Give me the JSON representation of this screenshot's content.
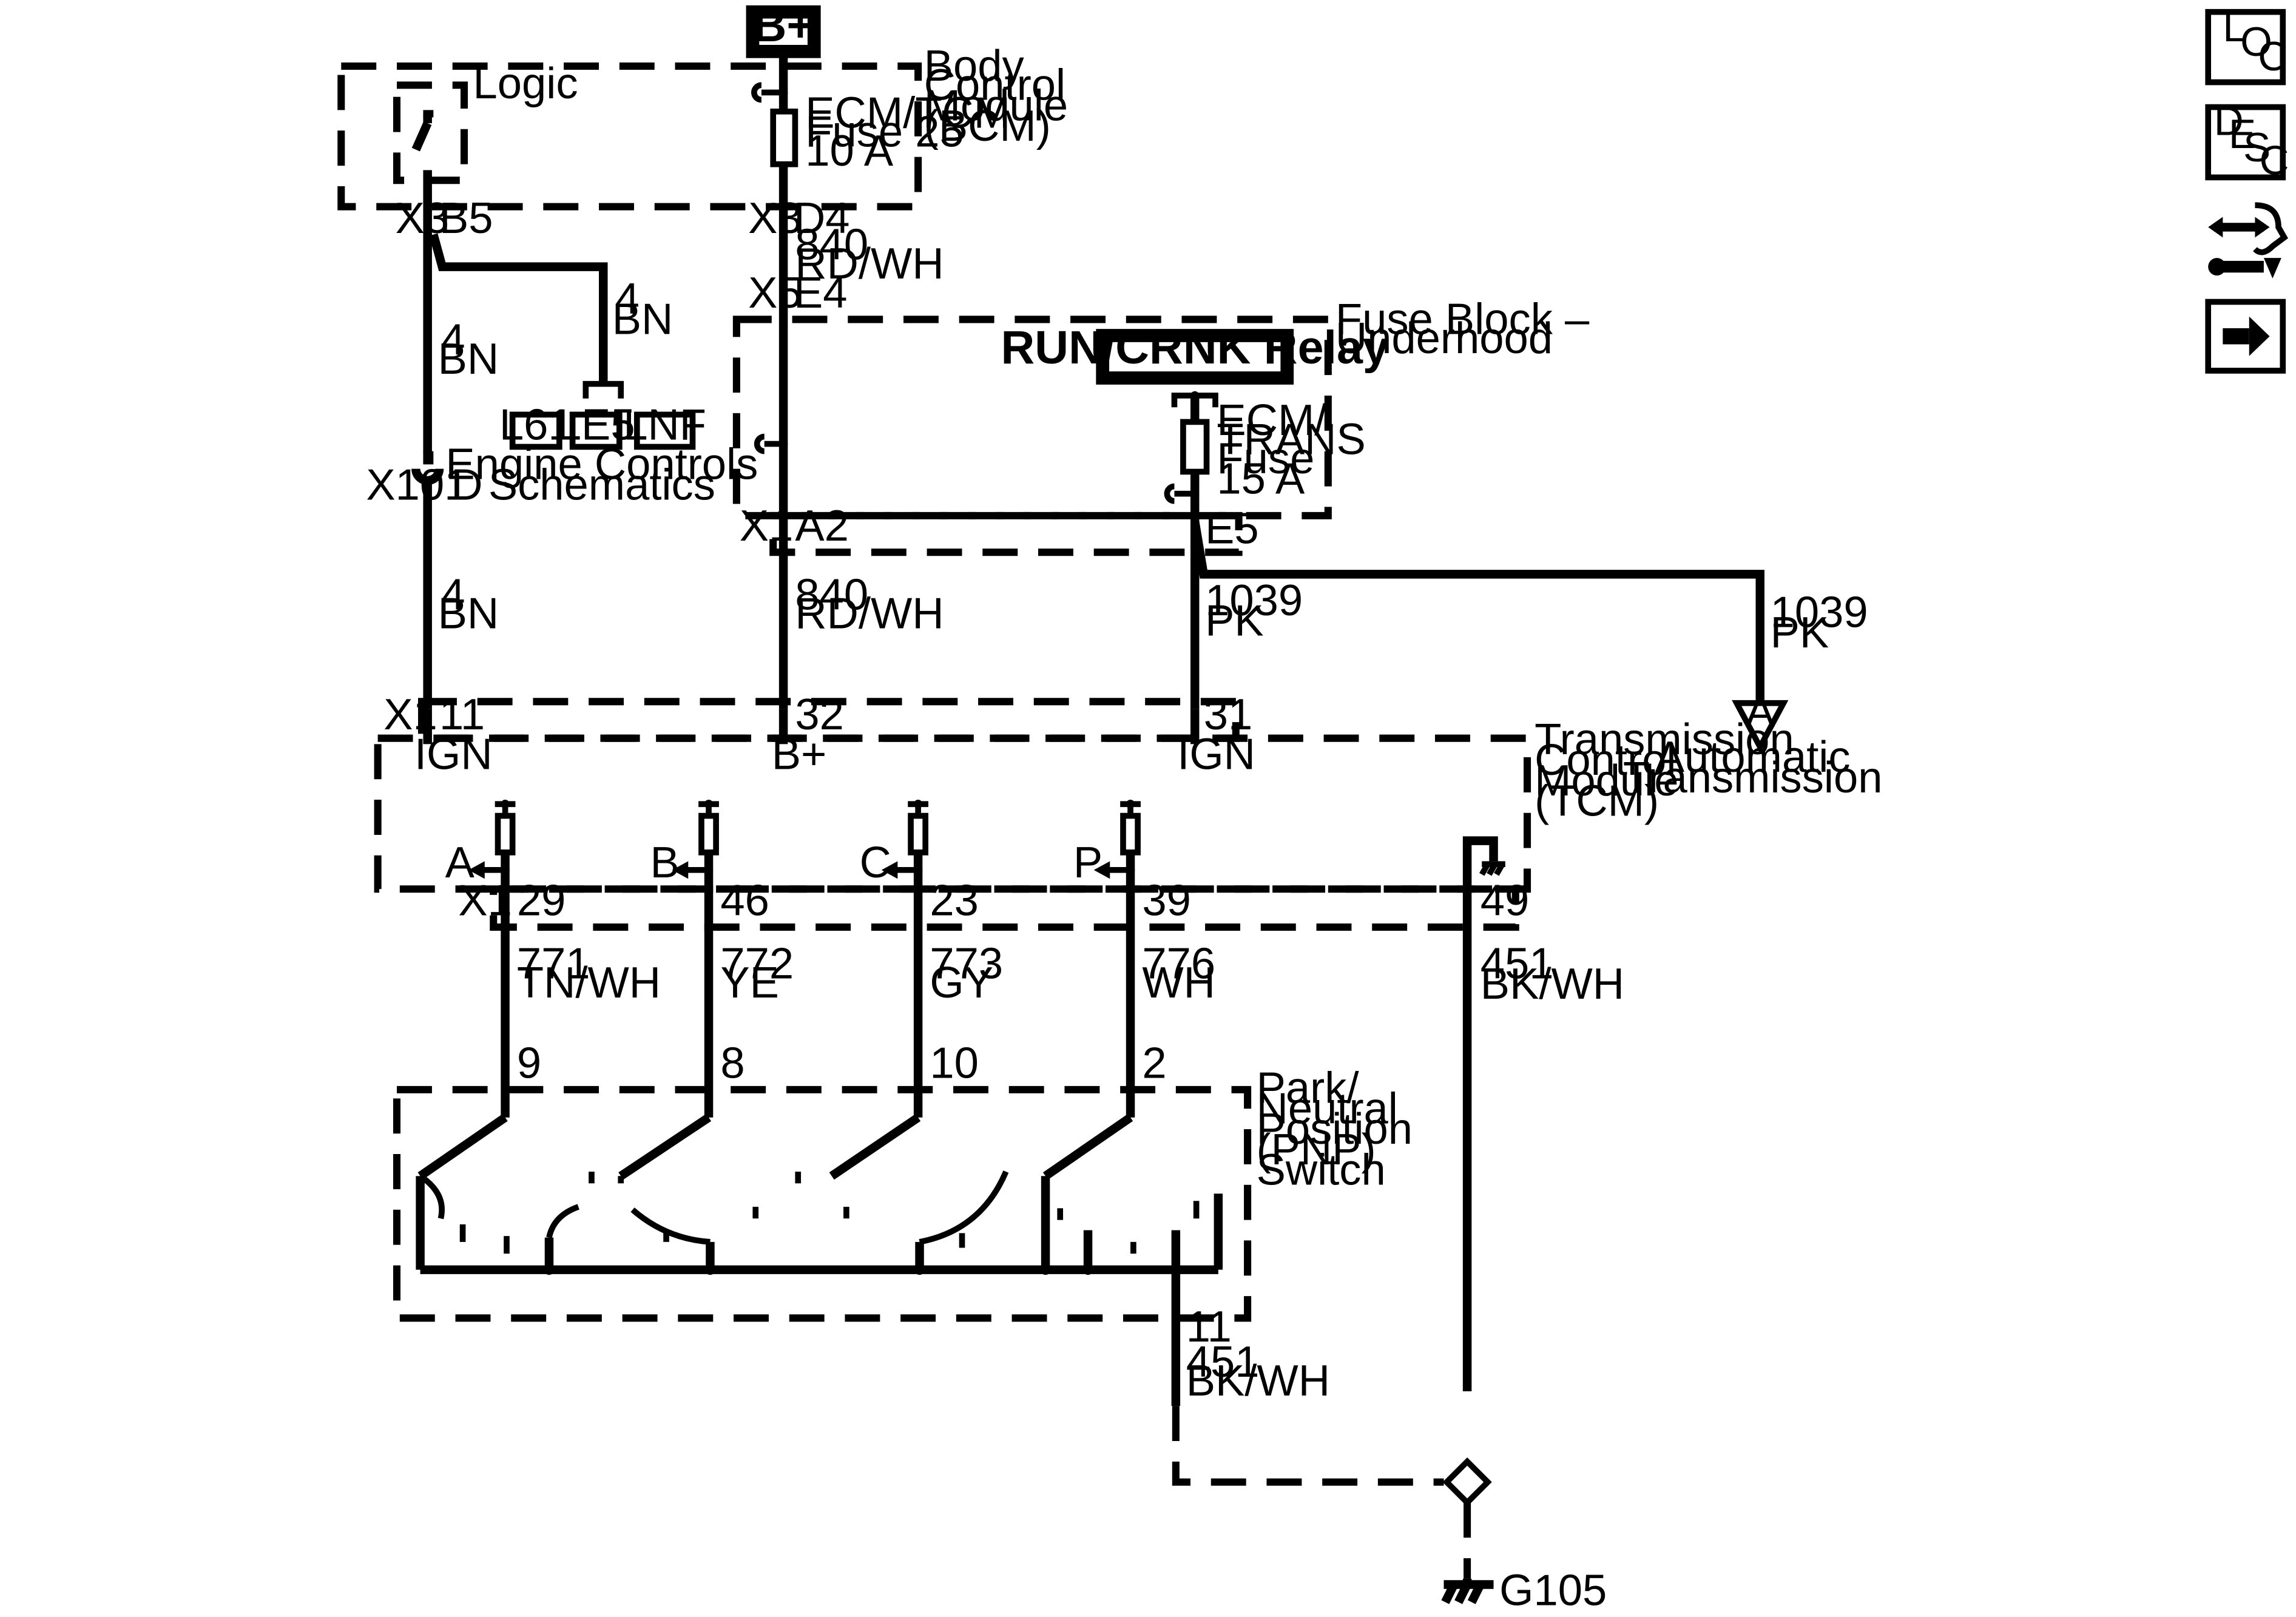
{
  "power_source": {
    "label": "B+"
  },
  "bcm": {
    "name_lines": [
      "Body",
      "Control",
      "Module",
      "(BCM)"
    ],
    "logic_label": "Logic",
    "fuse_lines": [
      "ECM/TCM",
      "Fuse 25",
      "10 A"
    ],
    "conn_left": "X3",
    "pin_b5": "B5",
    "conn_right": "X3",
    "pin_d4": "D4"
  },
  "wires": {
    "w840_a": {
      "circuit": "840",
      "color": "RD/WH"
    },
    "w840_b": {
      "circuit": "840",
      "color": "RD/WH"
    },
    "w4_branch": {
      "circuit": "4",
      "color": "BN"
    },
    "w4_a": {
      "circuit": "4",
      "color": "BN"
    },
    "w4_b": {
      "circuit": "4",
      "color": "BN"
    },
    "w1039_tcm": {
      "circuit": "1039",
      "color": "PK"
    },
    "w1039_at": {
      "circuit": "1039",
      "color": "PK"
    },
    "w771": {
      "circuit": "771",
      "color": "TN/WH"
    },
    "w772": {
      "circuit": "772",
      "color": "YE"
    },
    "w773": {
      "circuit": "773",
      "color": "GY"
    },
    "w776": {
      "circuit": "776",
      "color": "WH"
    },
    "w451_tcm": {
      "circuit": "451",
      "color": "BK/WH"
    },
    "w451_pnp": {
      "circuit": "451",
      "color": "BK/WH"
    }
  },
  "engine_controls": {
    "options": [
      "L61",
      "LE5",
      "LNF"
    ],
    "caption_lines": [
      "Engine Controls",
      "Schematics"
    ]
  },
  "x101": {
    "label": "X101",
    "pin": "D"
  },
  "fuse_block": {
    "name_lines": [
      "Fuse Block –",
      "Underhood"
    ],
    "relay_label": "RUN/CRNK Relay",
    "fuse_lines": [
      "ECM/",
      "TRANS",
      "Fuse",
      "15 A"
    ],
    "conn_top": "X5",
    "pin_e4": "E4",
    "conn_bottom": "X1",
    "pin_a2": "A2",
    "pin_e5": "E5"
  },
  "auto_trans": {
    "letter": "A",
    "caption_lines": [
      "Automatic",
      "Transmission"
    ]
  },
  "tcm": {
    "name_lines": [
      "Transmission",
      "Control",
      "Module",
      "(TCM)"
    ],
    "conn_top": "X1",
    "pin_11": "11",
    "pin_32": "32",
    "pin_31": "31",
    "ign_left": "IGN",
    "bplus": "B+",
    "ign_right": "IGN",
    "inputs": [
      "A",
      "B",
      "C",
      "P"
    ],
    "conn_bottom": "X1",
    "pins_bottom": [
      "29",
      "46",
      "23",
      "39",
      "49"
    ]
  },
  "pnp": {
    "name_lines": [
      "Park/",
      "Neutral",
      "Position",
      "(PNP)",
      "Switch"
    ],
    "pins_top": [
      "9",
      "8",
      "10",
      "2"
    ],
    "pin_bottom": "11"
  },
  "ground": {
    "label": "G105"
  },
  "nav": {
    "loc": [
      "L",
      "O",
      "C"
    ],
    "desc": [
      "D",
      "E",
      "S",
      "C"
    ],
    "connector_icon": "connector-icon",
    "next_icon": "arrow-right-icon"
  }
}
